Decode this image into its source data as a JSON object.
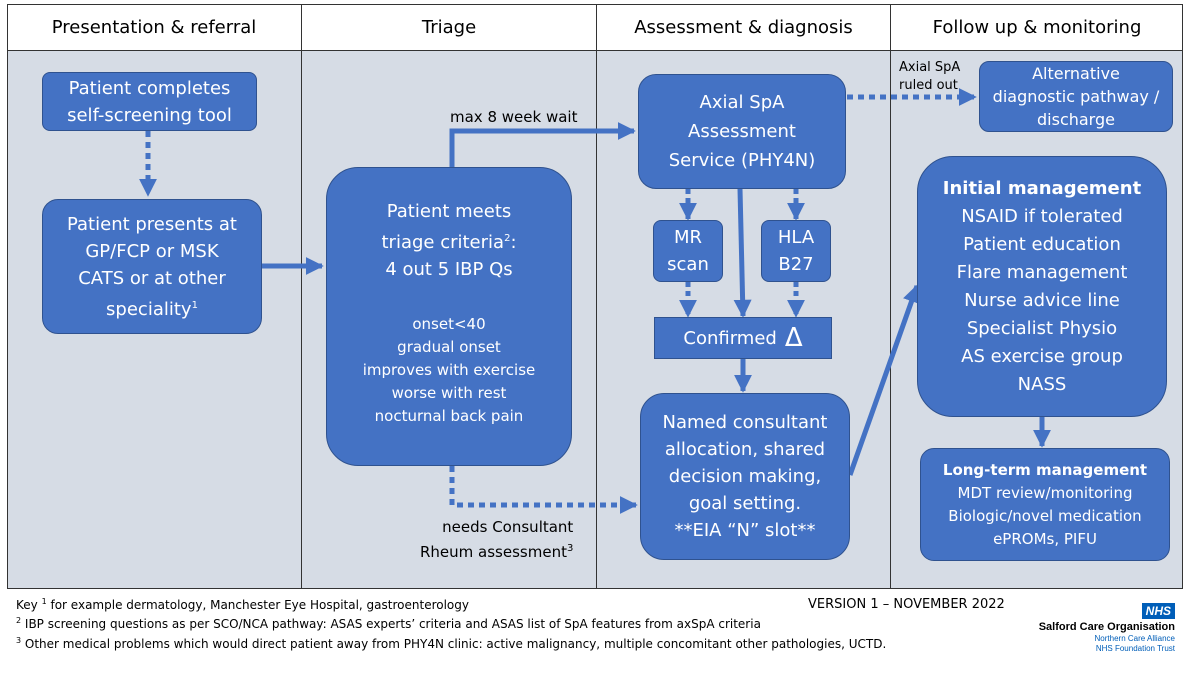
{
  "columns": [
    {
      "title": "Presentation & referral"
    },
    {
      "title": "Triage"
    },
    {
      "title": "Assessment & diagnosis"
    },
    {
      "title": "Follow up & monitoring"
    }
  ],
  "boxes": {
    "self_screening": {
      "lines": [
        "Patient completes",
        "self-screening tool"
      ]
    },
    "presents": {
      "lines": [
        "Patient presents at",
        "GP/FCP or MSK",
        "CATS or at other"
      ],
      "last": "speciality",
      "sup": "1"
    },
    "triage": {
      "line1": "Patient meets",
      "line2": "triage criteria",
      "line2_sup": "2",
      "line2_suffix": ":",
      "line3": "4 out 5 IBP Qs",
      "criteria": [
        "onset<40",
        "gradual onset",
        "improves with exercise",
        "worse with rest",
        "nocturnal back pain"
      ]
    },
    "axial": {
      "lines": [
        "Axial SpA",
        "Assessment",
        "Service (PHY4N)"
      ]
    },
    "mr": {
      "lines": [
        "MR",
        "scan"
      ]
    },
    "hla": {
      "lines": [
        "HLA",
        "B27"
      ]
    },
    "confirmed": {
      "label": "Confirmed",
      "symbol": "Δ"
    },
    "named": {
      "lines": [
        "Named consultant",
        "allocation, shared",
        "decision making,",
        "goal setting.",
        "**EIA “N” slot**"
      ]
    },
    "alternative": {
      "lines": [
        "Alternative",
        "diagnostic pathway /",
        "discharge"
      ]
    },
    "initial": {
      "title": "Initial management",
      "items": [
        "NSAID if tolerated",
        "Patient education",
        "Flare management",
        "Nurse advice line",
        "Specialist Physio",
        "AS exercise group",
        "NASS"
      ]
    },
    "longterm": {
      "title": "Long-term management",
      "items": [
        "MDT review/monitoring",
        "Biologic/novel medication",
        "ePROMs, PIFU"
      ]
    }
  },
  "labels": {
    "max_wait": "max 8 week wait",
    "ruled_out_1": "Axial SpA",
    "ruled_out_2": "ruled out",
    "needs_1": "needs Consultant",
    "needs_2": "Rheum assessment",
    "needs_sup": "3"
  },
  "footer": {
    "key1_prefix": "Key ",
    "key1_sup": "1",
    "key1_text": " for example dermatology, Manchester Eye Hospital, gastroenterology",
    "key2_sup": "2",
    "key2_text": " IBP screening questions as per SCO/NCA pathway: ASAS experts’ criteria and ASAS list of SpA features from axSpA criteria",
    "key3_sup": "3",
    "key3_text": " Other medical problems which would direct patient away from PHY4N clinic: active malignancy, multiple concomitant other pathologies, UCTD.",
    "version": "VERSION 1 – NOVEMBER 2022",
    "logo_badge": "NHS",
    "logo_title": "Salford Care Organisation",
    "logo_line1": "Northern Care Alliance",
    "logo_line2": "NHS Foundation Trust"
  },
  "colors": {
    "box_fill": "#4472c4",
    "box_border": "#2f528f",
    "column_bg": "#d6dce5",
    "nhs_blue": "#005eb8"
  }
}
